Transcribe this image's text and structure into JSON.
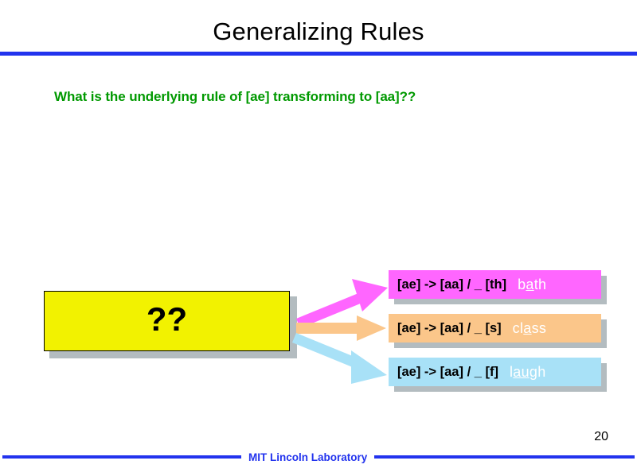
{
  "slide": {
    "title": "Generalizing Rules",
    "question": "What is the underlying rule of [ae] transforming to [aa]??",
    "unknown_label": "??",
    "page_number": "20",
    "footer_label": "MIT Lincoln Laboratory"
  },
  "colors": {
    "rule_line": "#2233ee",
    "question_text": "#009900",
    "unknown_box": "#f2f200",
    "shadow": "#b3bcc0",
    "box_1": "#ff66ff",
    "box_2": "#fbc68a",
    "box_3": "#a8e1f7",
    "footer": "#2233ee"
  },
  "rules": [
    {
      "rule": "[ae] -> [aa] / _ [th]",
      "example_pre": "b",
      "example_mid": "a",
      "example_post": "th",
      "example_full": "bath",
      "fill": "#ff66ff"
    },
    {
      "rule": "[ae] -> [aa] / _ [s]",
      "example_pre": "cl",
      "example_mid": "a",
      "example_post": "ss",
      "example_full": "class",
      "fill": "#fbc68a"
    },
    {
      "rule": "[ae] -> [aa] / _ [f]",
      "example_pre": "l",
      "example_mid": "au",
      "example_post": "gh",
      "example_full": "laugh",
      "fill": "#a8e1f7"
    }
  ],
  "arrows": [
    {
      "name": "arrow-to-rule-1",
      "color": "#ff66ff",
      "direction": "up-right"
    },
    {
      "name": "arrow-to-rule-2",
      "color": "#fbc68a",
      "direction": "right"
    },
    {
      "name": "arrow-to-rule-3",
      "color": "#a8e1f7",
      "direction": "down-right"
    }
  ]
}
